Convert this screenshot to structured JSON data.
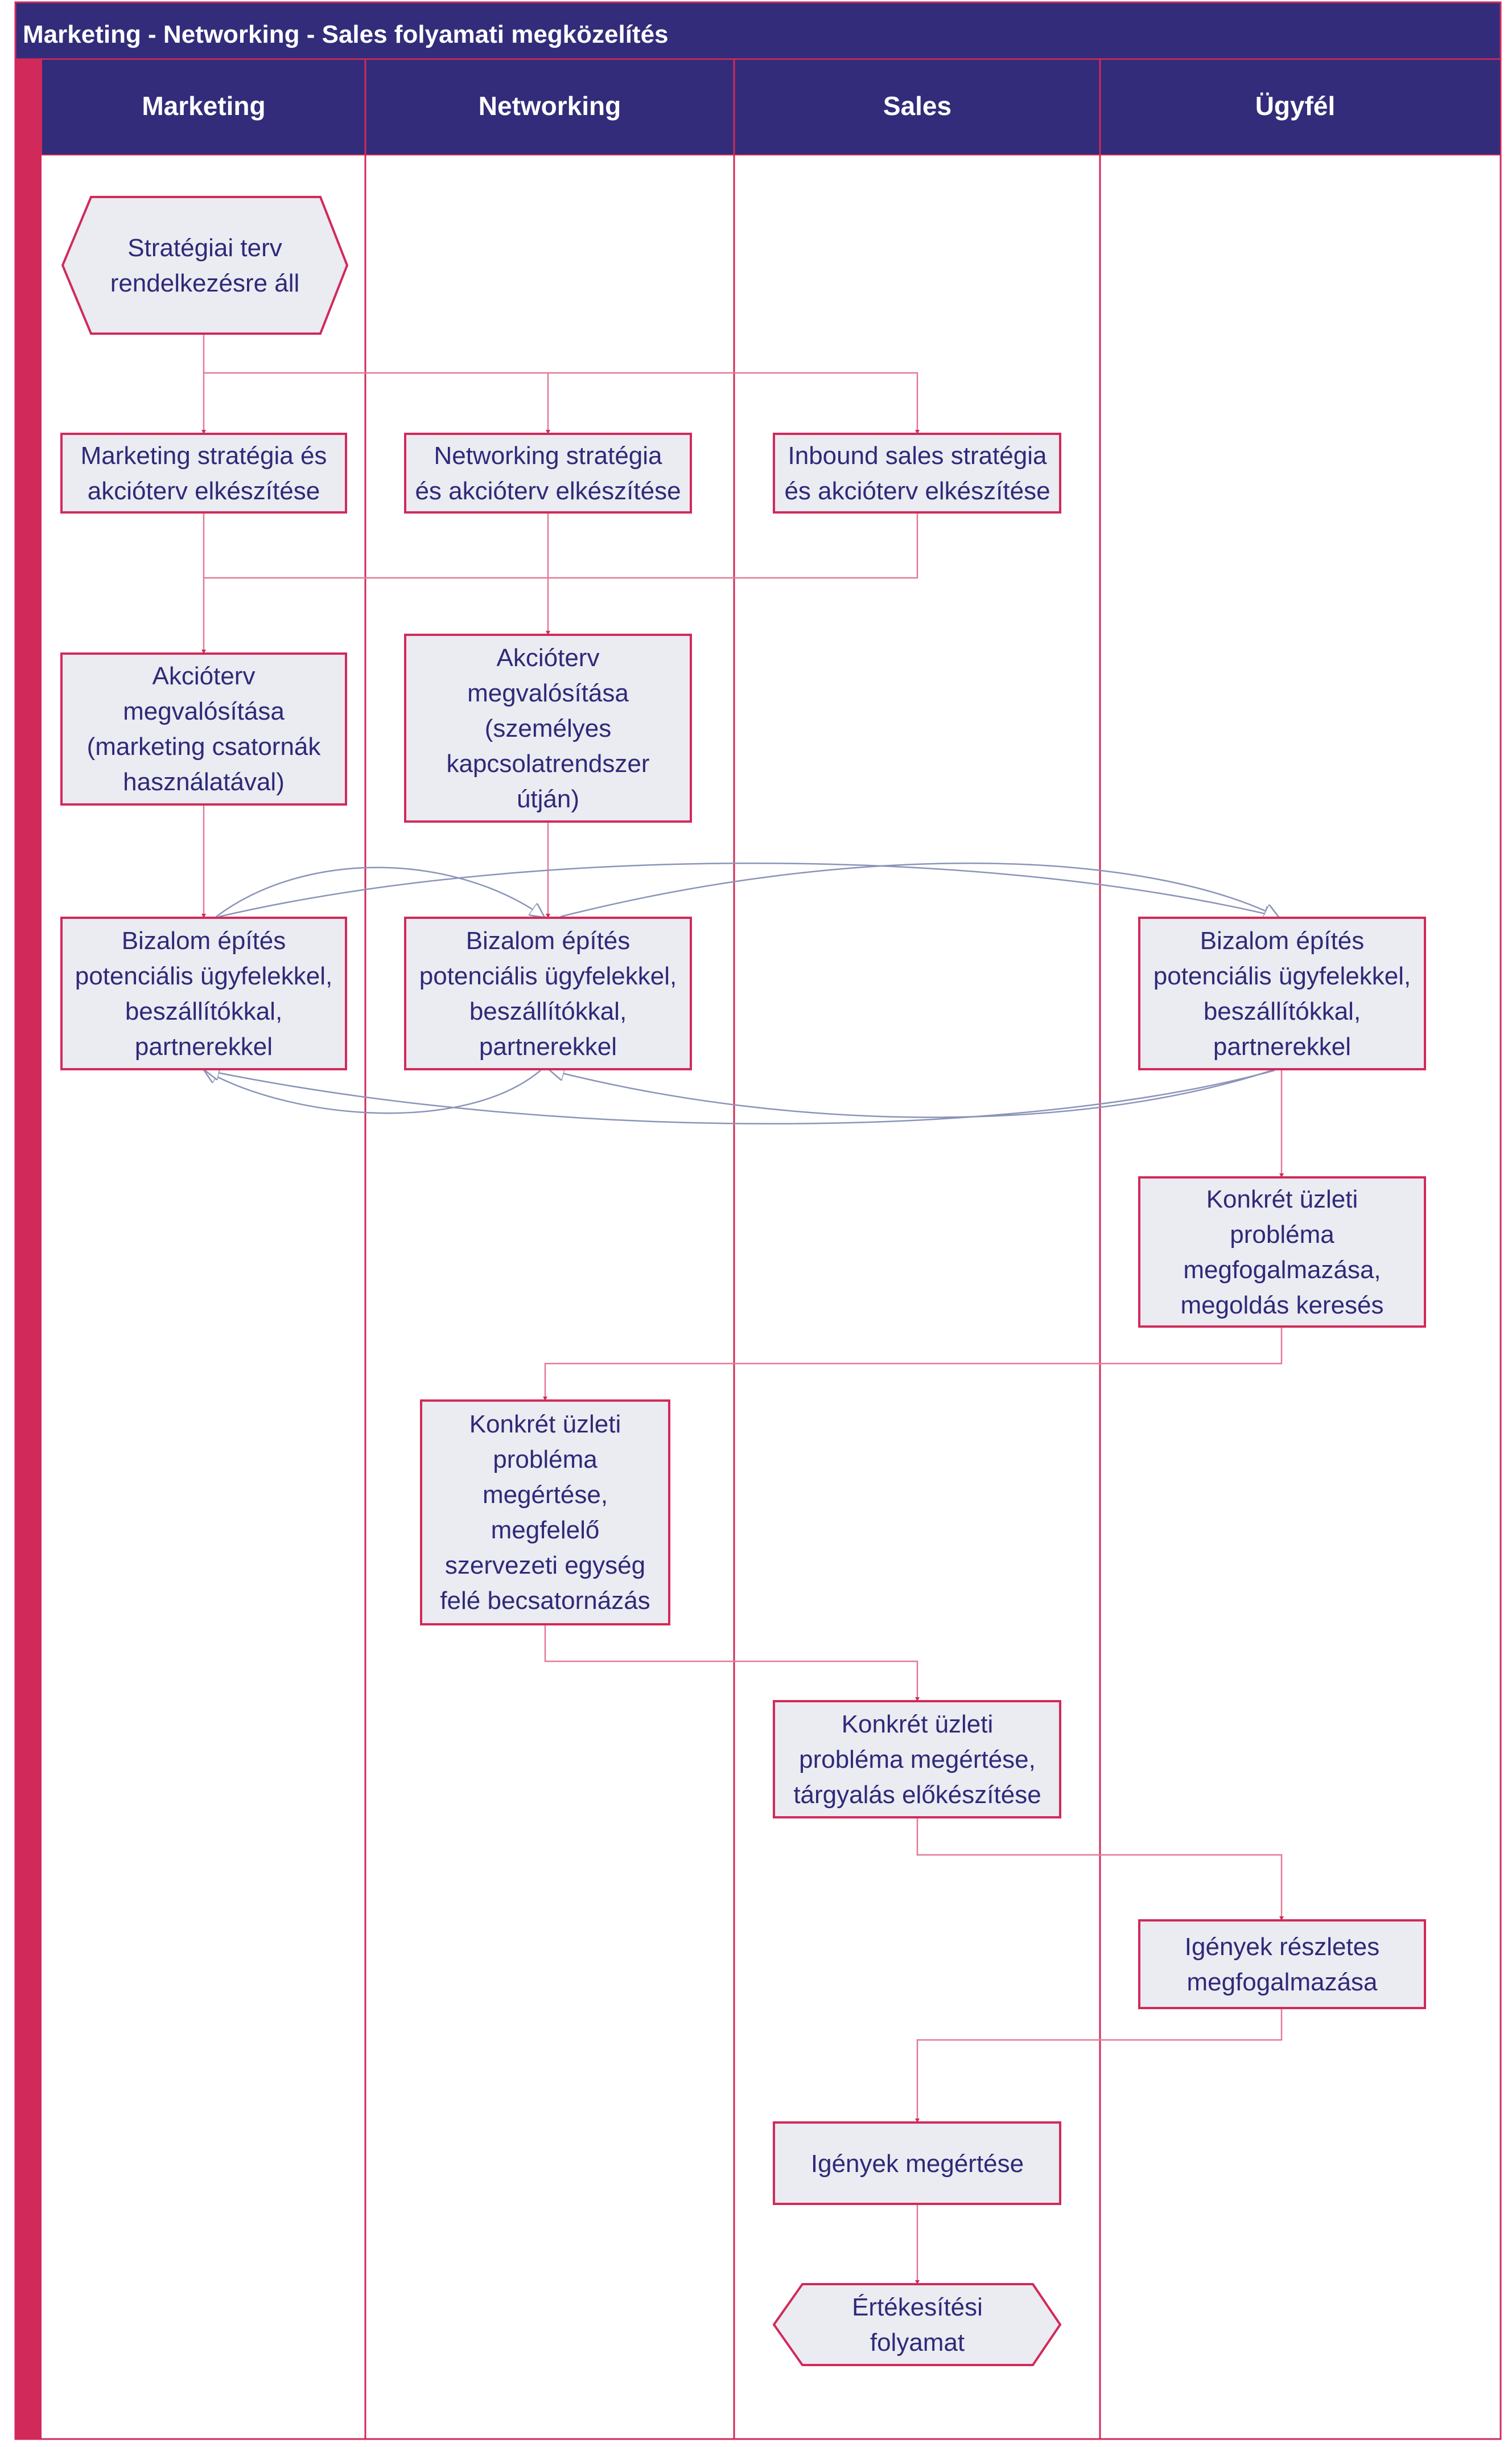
{
  "title": "Marketing - Networking - Sales folyamati megközelítés",
  "colors": {
    "header": "#332c7a",
    "accent": "#d12a5a",
    "lane_border": "#d12a5a",
    "node_fill": "#ebebf2",
    "node_stroke": "#d12a5a",
    "node_text": "#2e2a78",
    "flow_line": "#e27a95",
    "trust_line": "#8a94b8"
  },
  "lanes": [
    {
      "id": "marketing",
      "label": "Marketing"
    },
    {
      "id": "networking",
      "label": "Networking"
    },
    {
      "id": "sales",
      "label": "Sales"
    },
    {
      "id": "ugyfel",
      "label": "Ügyfél"
    }
  ],
  "nodes": [
    {
      "id": "start",
      "shape": "hexagon",
      "lane": "marketing",
      "lines": [
        "Stratégiai terv",
        "rendelkezésre áll"
      ]
    },
    {
      "id": "m_plan",
      "shape": "box",
      "lane": "marketing",
      "lines": [
        "Marketing stratégia és",
        "akcióterv elkészítése"
      ]
    },
    {
      "id": "n_plan",
      "shape": "box",
      "lane": "networking",
      "lines": [
        "Networking stratégia",
        "és akcióterv elkészítése"
      ]
    },
    {
      "id": "s_plan",
      "shape": "box",
      "lane": "sales",
      "lines": [
        "Inbound sales stratégia",
        "és akcióterv elkészítése"
      ]
    },
    {
      "id": "m_exec",
      "shape": "box",
      "lane": "marketing",
      "lines": [
        "Akcióterv",
        "megvalósítása",
        "(marketing csatornák",
        "használatával)"
      ]
    },
    {
      "id": "n_exec",
      "shape": "box",
      "lane": "networking",
      "lines": [
        "Akcióterv",
        "megvalósítása",
        "(személyes",
        "kapcsolatrendszer",
        "útján)"
      ]
    },
    {
      "id": "m_trust",
      "shape": "box",
      "lane": "marketing",
      "lines": [
        "Bizalom építés",
        "potenciális ügyfelekkel,",
        "beszállítókkal,",
        "partnerekkel"
      ]
    },
    {
      "id": "n_trust",
      "shape": "box",
      "lane": "networking",
      "lines": [
        "Bizalom építés",
        "potenciális ügyfelekkel,",
        "beszállítókkal,",
        "partnerekkel"
      ]
    },
    {
      "id": "u_trust",
      "shape": "box",
      "lane": "ugyfel",
      "lines": [
        "Bizalom építés",
        "potenciális ügyfelekkel,",
        "beszállítókkal,",
        "partnerekkel"
      ]
    },
    {
      "id": "u_problem",
      "shape": "box",
      "lane": "ugyfel",
      "lines": [
        "Konkrét üzleti",
        "probléma",
        "megfogalmazása,",
        "megoldás keresés"
      ]
    },
    {
      "id": "n_problem",
      "shape": "box",
      "lane": "networking",
      "lines": [
        "Konkrét üzleti",
        "probléma",
        "megértése,",
        "megfelelő",
        "szervezeti egység",
        "felé becsatornázás"
      ]
    },
    {
      "id": "s_problem",
      "shape": "box",
      "lane": "sales",
      "lines": [
        "Konkrét üzleti",
        "probléma megértése,",
        "tárgyalás előkészítése"
      ]
    },
    {
      "id": "u_needs",
      "shape": "box",
      "lane": "ugyfel",
      "lines": [
        "Igények részletes",
        "megfogalmazása"
      ]
    },
    {
      "id": "s_needs",
      "shape": "box",
      "lane": "sales",
      "lines": [
        "Igények megértése"
      ]
    },
    {
      "id": "end",
      "shape": "hexagon",
      "lane": "sales",
      "lines": [
        "Értékesítési",
        "folyamat"
      ]
    }
  ]
}
